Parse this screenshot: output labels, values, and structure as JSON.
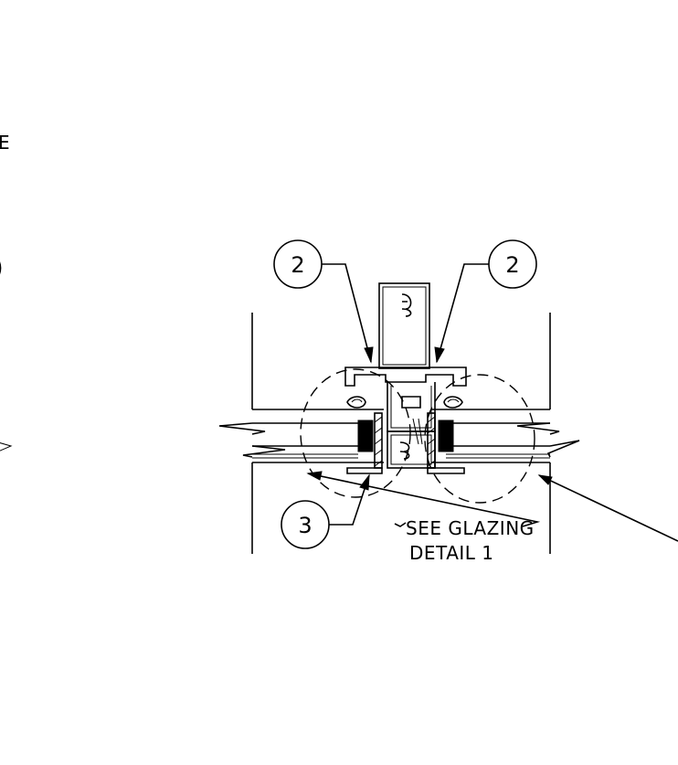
{
  "callouts": {
    "mullion_left": "2",
    "mullion_right": "2",
    "glazing_stop": "3"
  },
  "notes": {
    "see_glazing_line1": "SEE GLAZING",
    "see_glazing_line2": "DETAIL 1",
    "cut_off_letter": "E"
  }
}
